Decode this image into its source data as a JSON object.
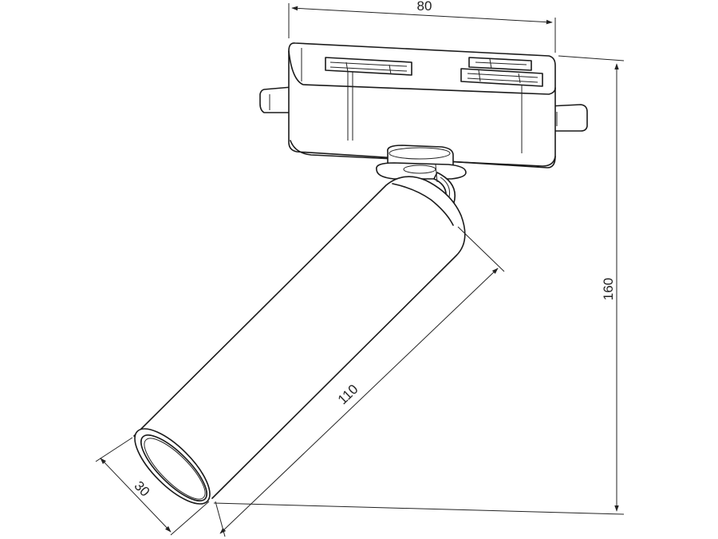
{
  "drawing": {
    "subject": "track spotlight",
    "dimensions": {
      "width": "80",
      "height": "160",
      "length": "110",
      "diameter": "30"
    }
  }
}
